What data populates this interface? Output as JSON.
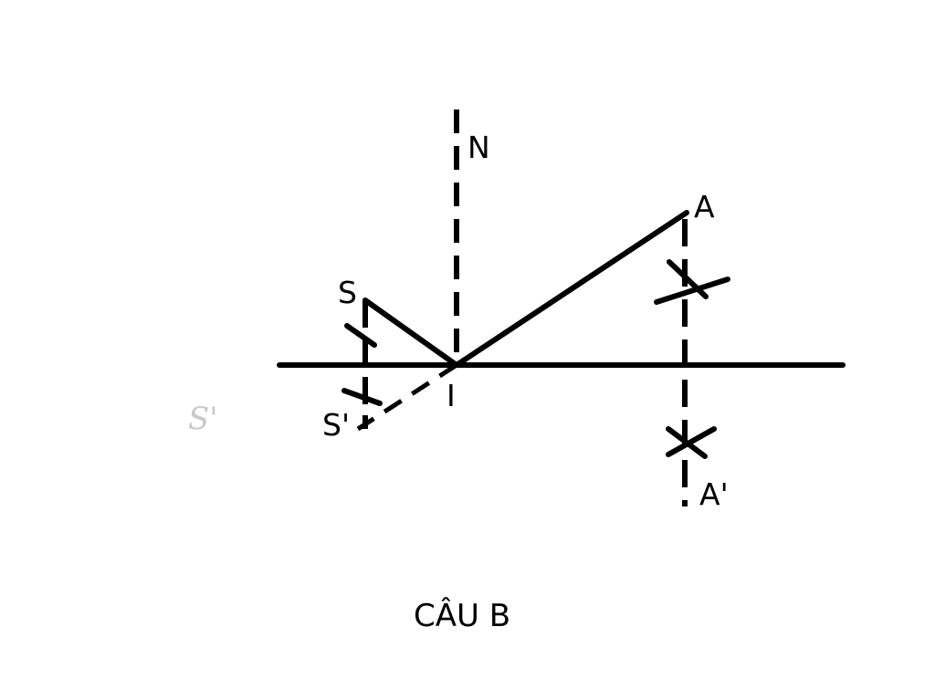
{
  "labels": {
    "N": "N",
    "A": "A",
    "S": "S",
    "S_prime": "S'",
    "I": "I",
    "A_prime": "A'",
    "S_prime_ghost": "S'"
  },
  "caption": "CÂU B",
  "colors": {
    "ink": "#000000",
    "ghost": "#c8c8c8",
    "background": "#ffffff"
  }
}
